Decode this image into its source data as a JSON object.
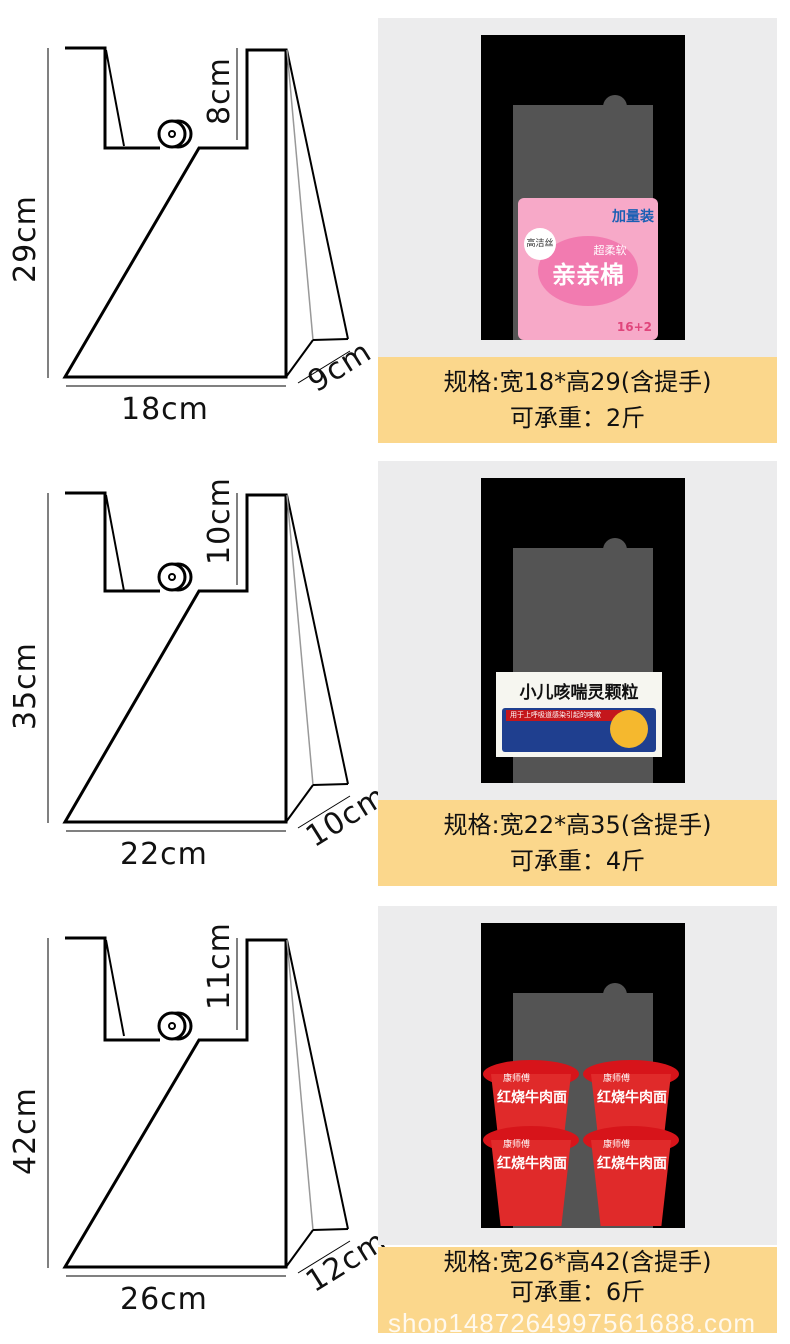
{
  "sections": [
    {
      "height_label": "29cm",
      "handle_label": "8cm",
      "width_label": "18cm",
      "gusset_label": "9cm",
      "spec": "规格:宽18*高29(含提手)",
      "load": "可承重：2斤",
      "product": {
        "name": "亲亲棉",
        "sub": "超柔软",
        "brand": "高洁丝",
        "badge": "加量装",
        "count": "16+2",
        "color": "#f27bb0"
      }
    },
    {
      "height_label": "35cm",
      "handle_label": "10cm",
      "width_label": "22cm",
      "gusset_label": "10cm",
      "spec": "规格:宽22*高35(含提手)",
      "load": "可承重：4斤",
      "product": {
        "name": "小儿咳喘灵颗粒",
        "sub": "用于上呼吸道感染引起的咳嗽",
        "color": "#1f3f8f"
      }
    },
    {
      "height_label": "42cm",
      "handle_label": "11cm",
      "width_label": "26cm",
      "gusset_label": "12cm",
      "spec": "规格:宽26*高42(含提手)",
      "load": "可承重：6斤",
      "product": {
        "name": "红烧牛肉面",
        "brand": "康师傅",
        "color": "#d7141a"
      }
    }
  ],
  "watermark": "shop1487264997561688.com",
  "colors": {
    "label_bg": "#fbd78c",
    "panel_bg": "#ececed",
    "bag_black": "#000000",
    "bag_gray": "#545454"
  }
}
